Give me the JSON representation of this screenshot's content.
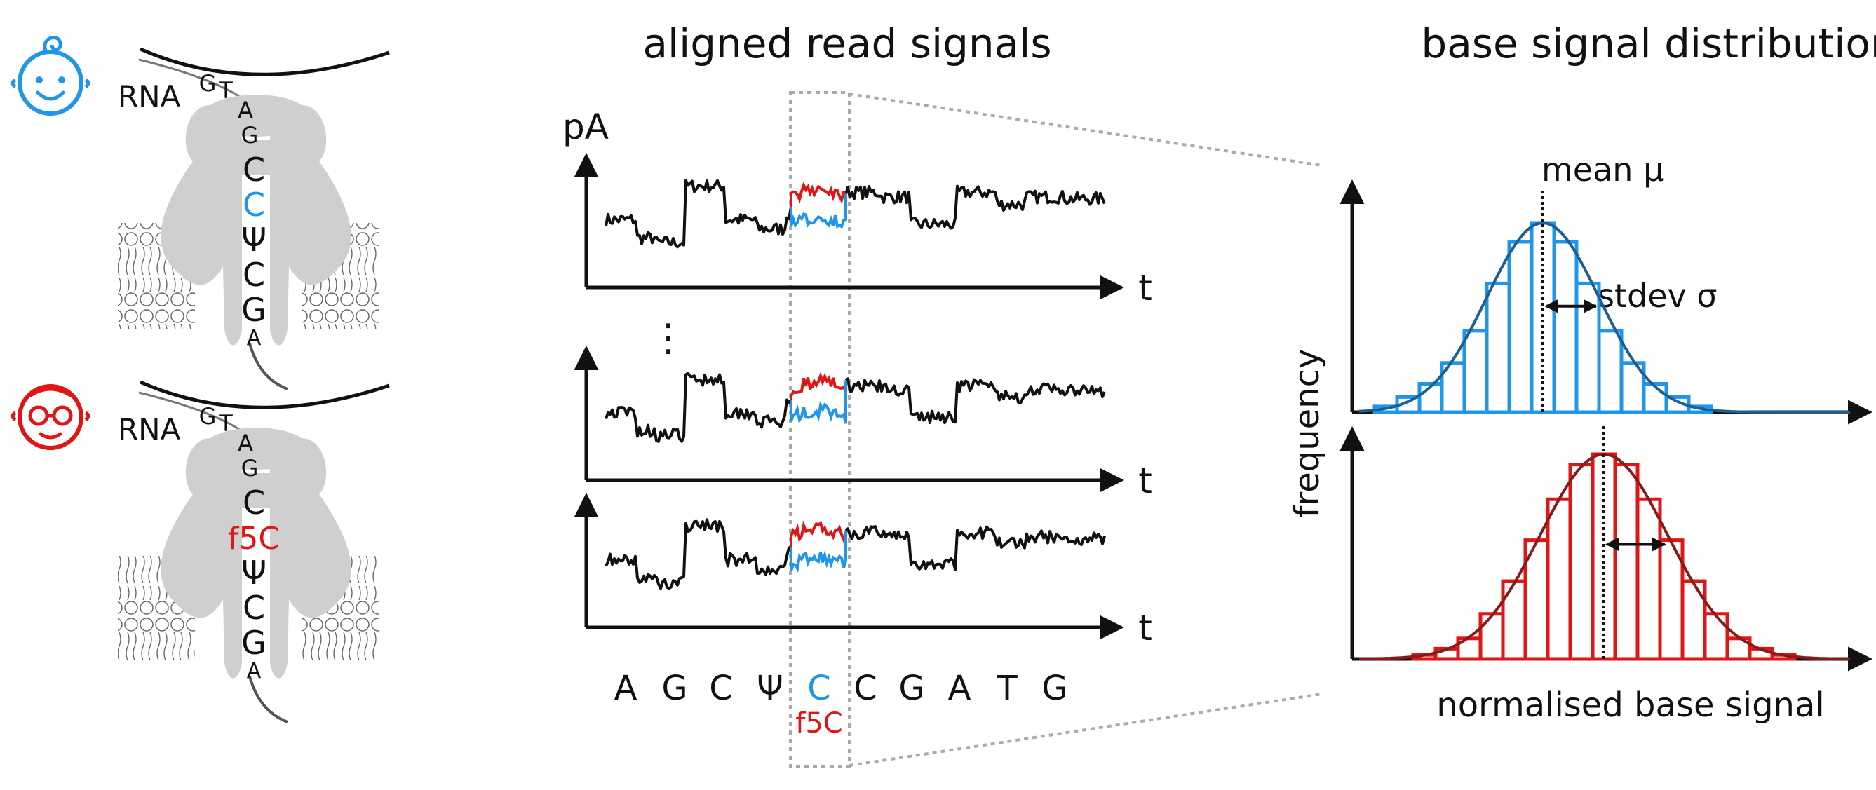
{
  "colors": {
    "blue": "#1f96e8",
    "red": "#e01515",
    "gray": "#cfcfcf",
    "black": "#111111",
    "dotted": "#aaaaaa",
    "blue_curve": "#1a5f95",
    "red_curve": "#8a1a1a"
  },
  "left_panel": {
    "icons": [
      "baby-face-icon",
      "elderly-face-icon"
    ],
    "top": {
      "rna_label": "RNA",
      "bases_small": [
        "G",
        "T",
        "A",
        "G"
      ],
      "bases_large": [
        "C",
        "C",
        "Ψ",
        "C",
        "G"
      ],
      "tail_base": "A",
      "highlight": "C"
    },
    "bottom": {
      "rna_label": "RNA",
      "bases_small": [
        "G",
        "T",
        "A",
        "G"
      ],
      "bases_large": [
        "C",
        "f5C",
        "Ψ",
        "C",
        "G"
      ],
      "tail_base": "A",
      "highlight": "f5C"
    }
  },
  "middle_panel": {
    "title": "aligned read signals",
    "y_label": "pA",
    "x_label": "t",
    "ellipsis": "⋮",
    "sequence": [
      "A",
      "G",
      "C",
      "Ψ",
      "C",
      "C",
      "G",
      "A",
      "T",
      "G"
    ],
    "highlight_index": 4,
    "highlight_alt": "f5C"
  },
  "right_panel": {
    "title": "base signal distribution",
    "y_label": "frequency",
    "x_label": "normalised base signal",
    "mean_label": "mean μ",
    "stdev_label": "stdev σ"
  },
  "chart_data": [
    {
      "type": "bar",
      "series": [
        {
          "values": [
            0.03,
            0.08,
            0.15,
            0.26,
            0.43,
            0.68,
            0.9,
            1.0,
            0.9,
            0.68,
            0.43,
            0.26,
            0.15,
            0.08,
            0.03
          ]
        }
      ],
      "mean_bin": 7,
      "overlay": "normal-curve"
    },
    {
      "type": "bar",
      "series": [
        {
          "values": [
            0.02,
            0.05,
            0.1,
            0.22,
            0.38,
            0.58,
            0.78,
            0.95,
            1.0,
            0.95,
            0.78,
            0.58,
            0.38,
            0.22,
            0.1,
            0.05,
            0.02
          ]
        }
      ],
      "mean_bin": 8,
      "overlay": "normal-curve"
    }
  ]
}
